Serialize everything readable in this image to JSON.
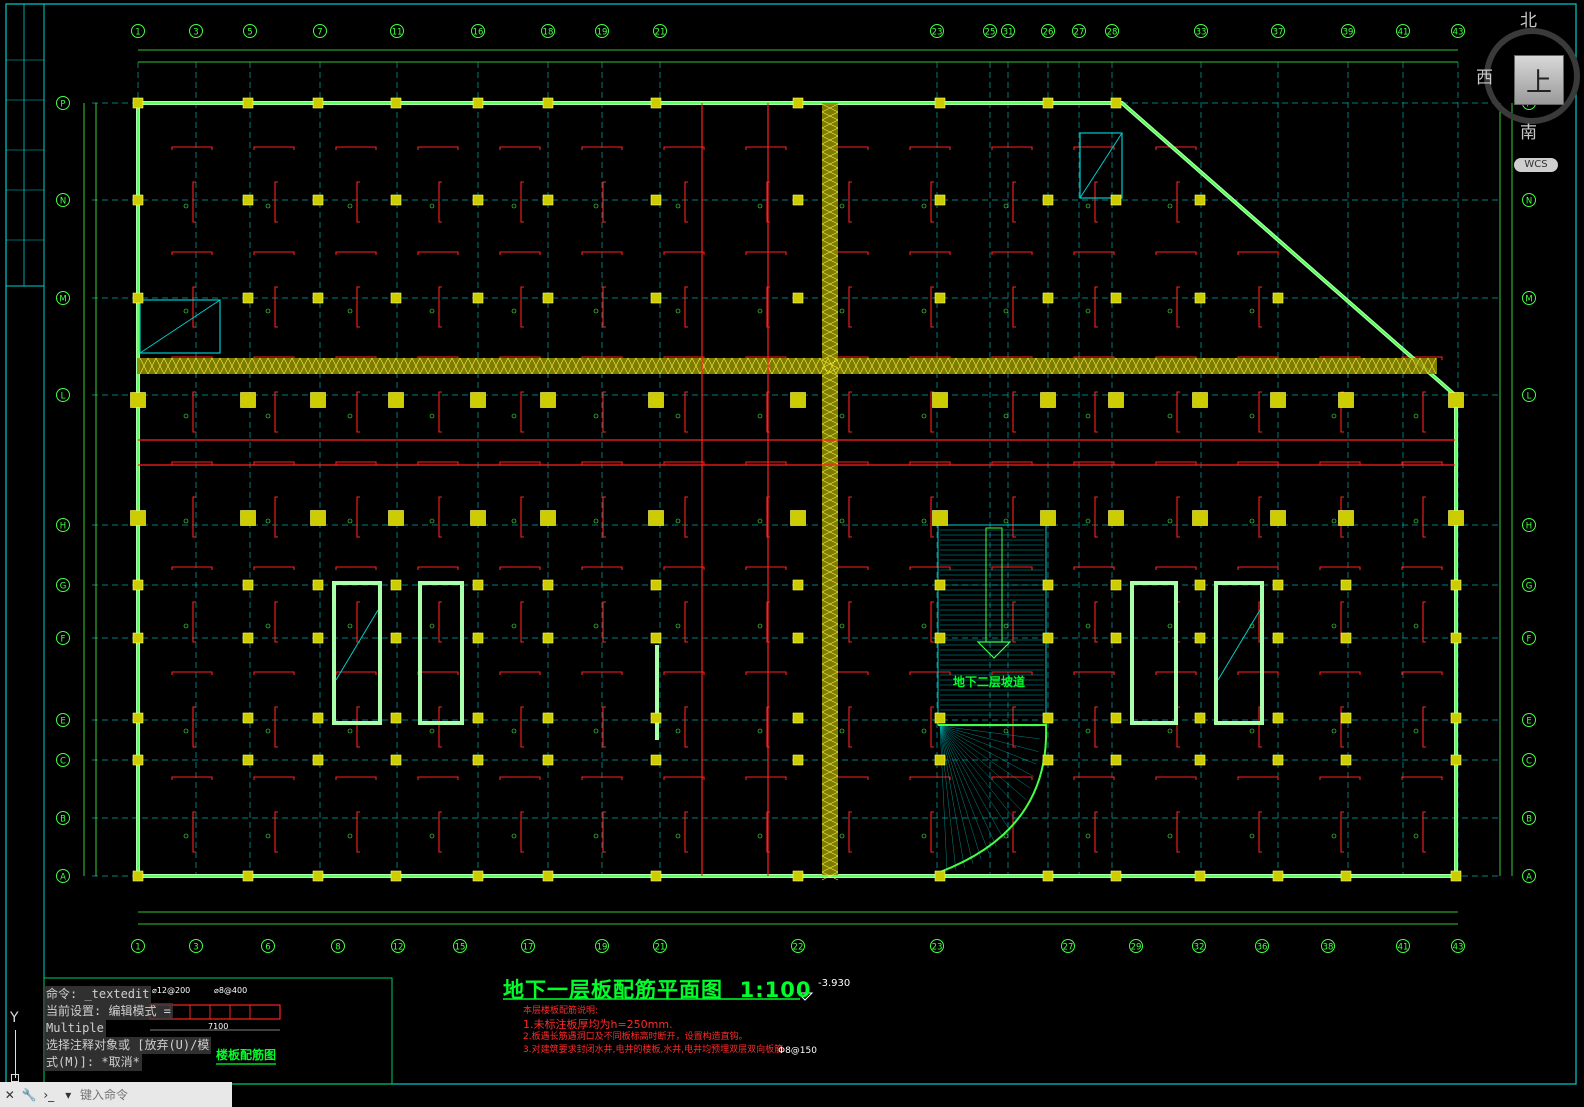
{
  "drawing": {
    "title": "地下一层板配筋平面图",
    "scale": "1:100",
    "elevation": "-3.930",
    "ramp_label": "地下二层坡道",
    "bar_note": "Φ8@150",
    "notes": [
      "本层楼板配筋说明:",
      "1.未标注板厚均为h=250mm.",
      "2.板遇长筋遇洞口及不同板标高时断开，设置构造直钩。",
      "3.对建筑要求封闭水井,电井的楼板,水井,电井均预埋双层双向板筋"
    ],
    "legend": {
      "bar_a": "⌀12@200",
      "bar_b": "⌀8@400",
      "length": "7100",
      "title": "楼板配筋图"
    },
    "top_axes": [
      "1",
      "3",
      "5",
      "7",
      "11",
      "16",
      "18",
      "19",
      "21",
      "23",
      "25",
      "31",
      "26",
      "27",
      "28",
      "33",
      "37",
      "39",
      "41",
      "43"
    ],
    "bottom_axes": [
      "1",
      "3",
      "6",
      "8",
      "12",
      "15",
      "17",
      "19",
      "21",
      "22",
      "23",
      "27",
      "29",
      "32",
      "36",
      "38",
      "41",
      "43"
    ],
    "row_axes": [
      "P",
      "N",
      "M",
      "L",
      "H",
      "G",
      "F",
      "E",
      "C",
      "B",
      "A"
    ]
  },
  "viewcube": {
    "north": "北",
    "south": "南",
    "west": "西",
    "face": "上",
    "wcs": "WCS"
  },
  "command": {
    "history": [
      "命令: _textedit",
      "当前设置: 编辑模式 =",
      "Multiple",
      "选择注释对象或 [放弃(U)/模",
      "式(M)]: *取消*"
    ],
    "placeholder": "键入命令"
  },
  "ucs": {
    "y_label": "Y"
  }
}
